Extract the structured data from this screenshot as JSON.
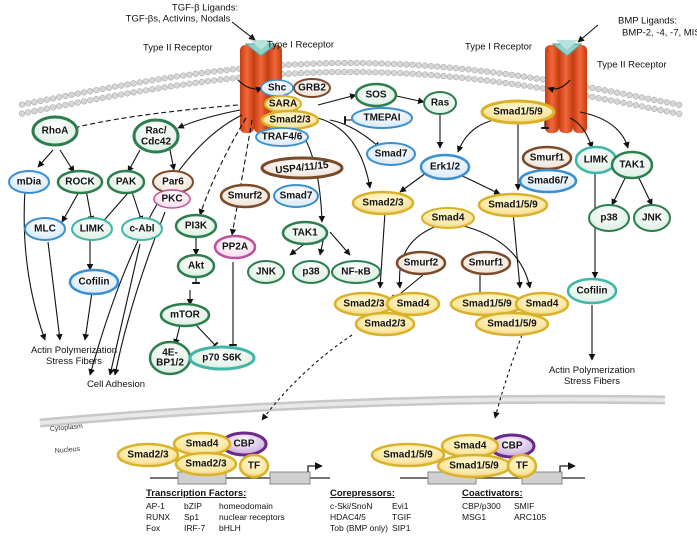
{
  "ligands": {
    "tgf_line1": "TGF-β Ligands:",
    "tgf_line2": "TGF-βs, Activins, Nodals",
    "bmp_line1": "BMP Ligands:",
    "bmp_line2": "BMP-2, -4, -7, MIS"
  },
  "receptors": {
    "left_type1": "Type I Receptor",
    "left_type2": "Type II Receptor",
    "right_type1": "Type I Receptor",
    "right_type2": "Type II Receptor"
  },
  "nodes": {
    "shc": "Shc",
    "grb2": "GRB2",
    "sara": "SARA",
    "smad23_top": "Smad2/3",
    "traf46": "TRAF4/6",
    "usp": "USP4/11/15",
    "smurf2_l": "Smurf2",
    "smad7_l": "Smad7",
    "sos": "SOS",
    "ras": "Ras",
    "tmepai": "TMEPAI",
    "smad7_m": "Smad7",
    "erk": "Erk1/2",
    "smad23_mid": "Smad2/3",
    "smad4_mid": "Smad4",
    "smad159_mid": "Smad1/5/9",
    "smad159_top": "Smad1/5/9",
    "smurf1_r": "Smurf1",
    "smad67": "Smad6/7",
    "limk_r": "LIMK",
    "tak1_r": "TAK1",
    "p38_r": "p38",
    "jnk_r": "JNK",
    "cofilin_r": "Cofilin",
    "rhoa": "RhoA",
    "rac1": "Rac/",
    "rac2": "Cdc42",
    "mdia": "mDia",
    "rock": "ROCK",
    "pak": "PAK",
    "par6": "Par6",
    "pkc": "PKC",
    "mlc": "MLC",
    "limk_l": "LIMK",
    "cabl": "c-Abl",
    "cofilin_l": "Cofilin",
    "pi3k": "PI3K",
    "akt": "Akt",
    "mtor": "mTOR",
    "ebp1": "4E-",
    "ebp2": "BP1/2",
    "p70": "p70 S6K",
    "pp2a": "PP2A",
    "tak1_m": "TAK1",
    "jnk_m": "JNK",
    "p38_m": "p38",
    "nfkb": "NF-κB",
    "smurf2_m": "Smurf2",
    "smurf1_m": "Smurf1",
    "cx_smad23a": "Smad2/3",
    "cx_smad4a": "Smad4",
    "cx_smad23b": "Smad2/3",
    "cx_smad159a": "Smad1/5/9",
    "cx_smad4b": "Smad4",
    "cx_smad159b": "Smad1/5/9",
    "nl_smad4": "Smad4",
    "nl_cbp": "CBP",
    "nl_smad23a": "Smad2/3",
    "nl_smad23b": "Smad2/3",
    "nl_tf": "TF",
    "nr_smad4": "Smad4",
    "nr_cbp": "CBP",
    "nr_smad159a": "Smad1/5/9",
    "nr_smad159b": "Smad1/5/9",
    "nr_tf": "TF"
  },
  "outputs": {
    "actin_l1": "Actin Polymerization",
    "actin_l2": "Stress Fibers",
    "cell_adhesion": "Cell Adhesion",
    "actin_r1": "Actin Polymerization",
    "actin_r2": "Stress Fibers"
  },
  "compartments": {
    "cytoplasm": "Cytoplasm",
    "nucleus": "Nucleus"
  },
  "legend": {
    "tf_title": "Transcription Factors:",
    "tf_rows": [
      [
        "AP-1",
        "bZIP",
        "homeodomain"
      ],
      [
        "RUNX",
        "Sp1",
        "nuclear receptors"
      ],
      [
        "Fox",
        "IRF-7",
        "bHLH"
      ]
    ],
    "corep_title": "Corepressors:",
    "corep_rows": [
      [
        "c-Ski/SnoN",
        "Evi1"
      ],
      [
        "HDAC4/5",
        "TGIF"
      ],
      [
        "Tob (BMP only)",
        "SIP1"
      ]
    ],
    "coact_title": "Coactivators:",
    "coact_rows": [
      [
        "CBP/p300",
        "SMIF"
      ],
      [
        "MSG1",
        "ARC105"
      ]
    ]
  },
  "colors": {
    "receptor": "#e8541e",
    "ligand": "#8fd0c8",
    "gold": "#d9b22a",
    "green": "#2e7d4f",
    "blue": "#3b8fd0",
    "teal": "#3fb6a8",
    "brown": "#7a4a2a",
    "pink": "#c0509a",
    "purple": "#6a2a8a",
    "membrane": "#bdbdbd"
  }
}
